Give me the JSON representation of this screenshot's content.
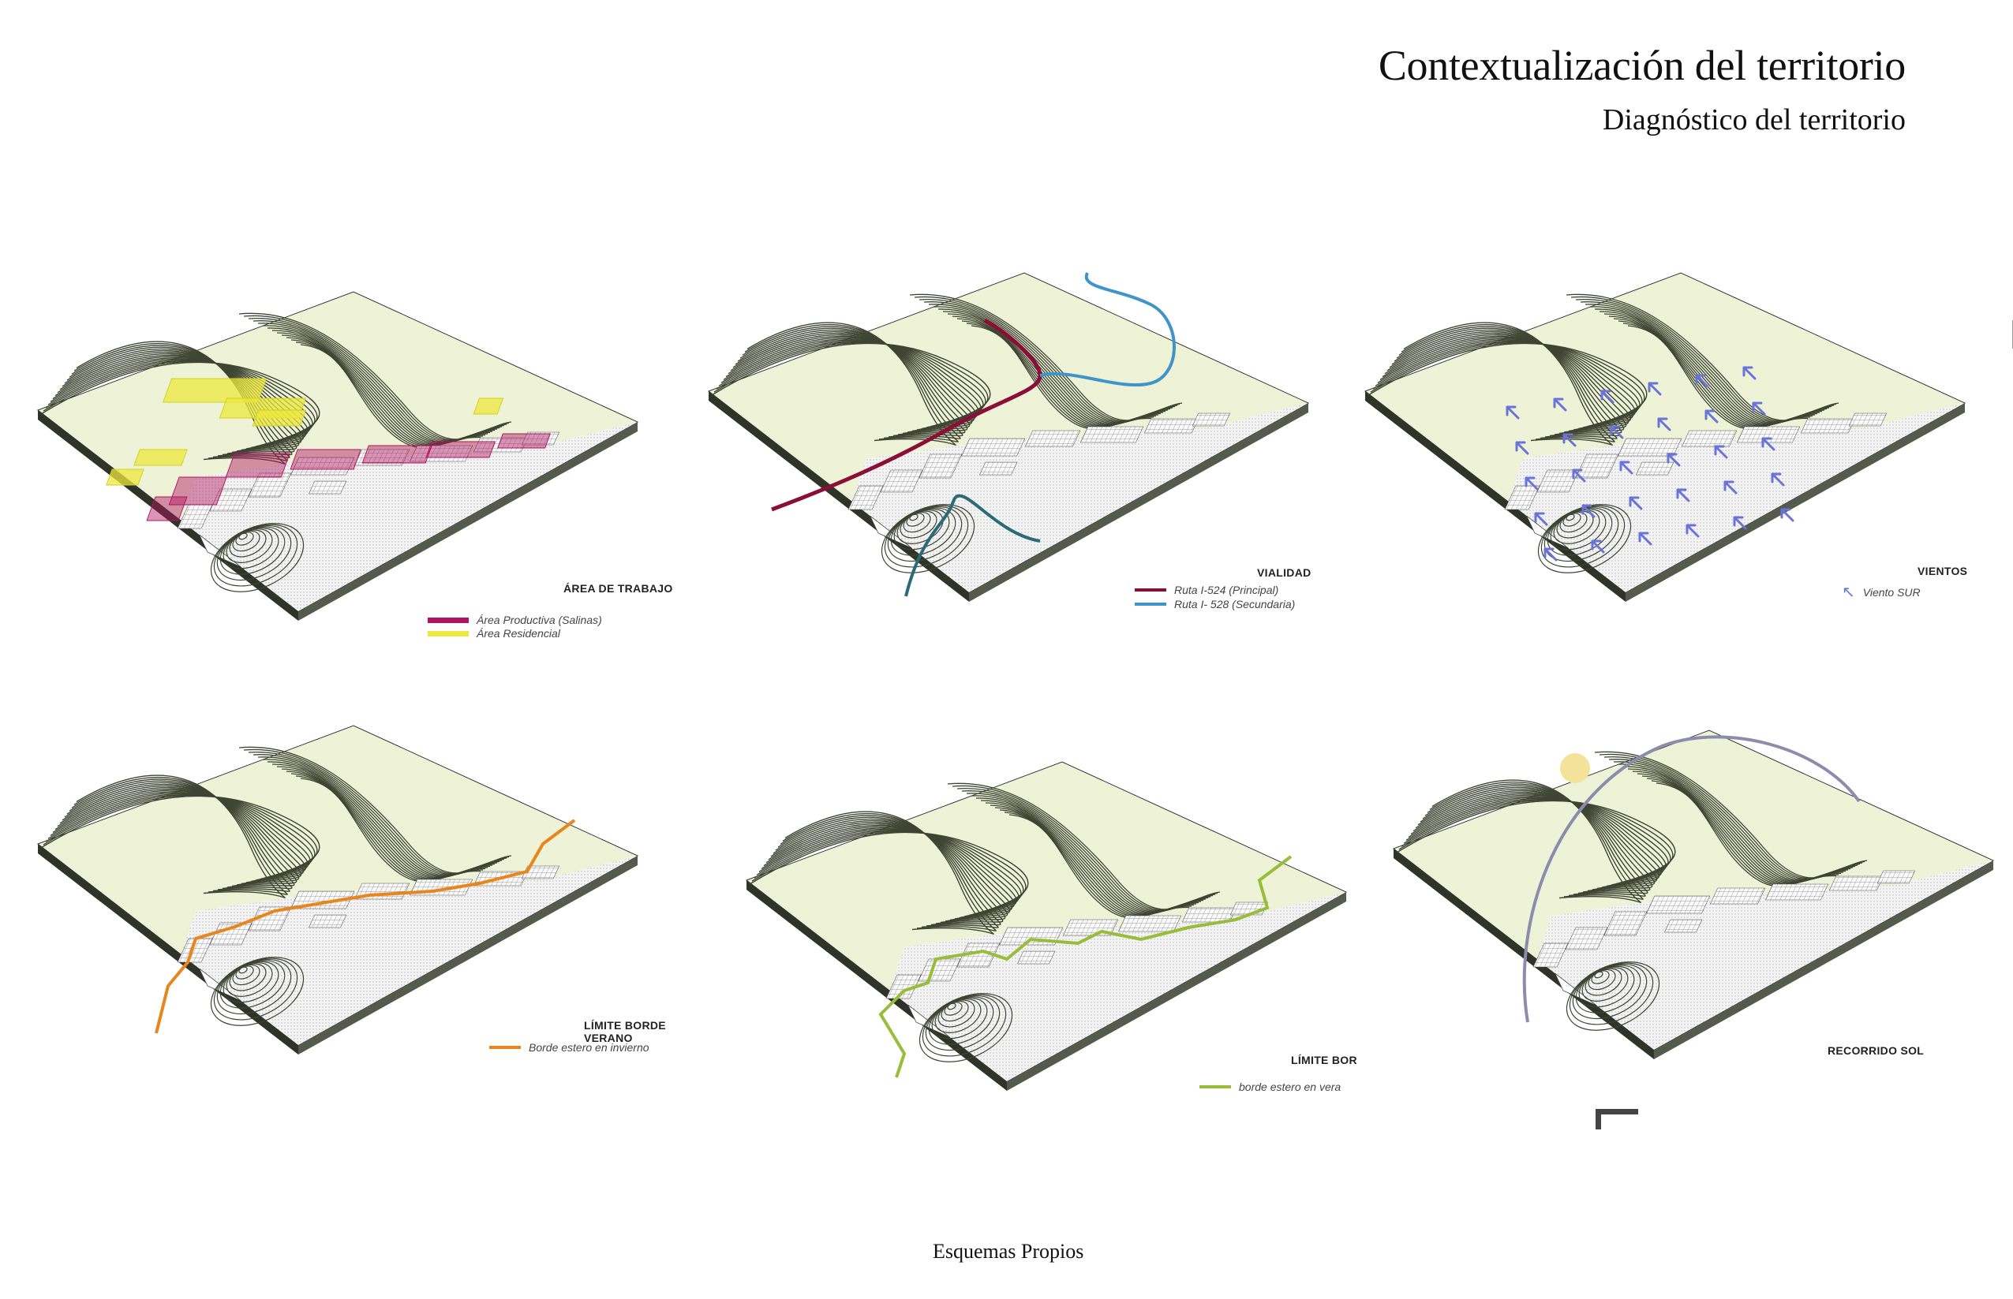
{
  "header": {
    "title": "Contextualización del territorio",
    "subtitle": "Diagnóstico del territorio"
  },
  "caption": "Esquemas Propios",
  "colors": {
    "land": "#eef3d8",
    "contour": "#3f4533",
    "sea": "#e4e4e4",
    "productive": "#b0135f",
    "residential": "#ece83d",
    "route_principal": "#8a0e35",
    "route_secondary": "#3f95c9",
    "wind": "#6a74d8",
    "border_summer": "#e8851c",
    "border_winter": "#97bd3b",
    "sun": "#f3e39a",
    "sun_path": "#8e8cad"
  },
  "panels": [
    {
      "id": "area-trabajo",
      "label": "ÁREA DE TRABAJO",
      "legend": [
        {
          "text": "Área Productiva (Salinas)",
          "color": "#b0135f"
        },
        {
          "text": "Área Residencial",
          "color": "#ece83d"
        }
      ]
    },
    {
      "id": "vialidad",
      "label": "VIALIDAD",
      "legend": [
        {
          "text": "Ruta I-524 (Principal)",
          "color": "#8a0e35"
        },
        {
          "text": "Ruta I- 528 (Secundaria)",
          "color": "#3f95c9"
        }
      ]
    },
    {
      "id": "vientos",
      "label": "VIENTOS",
      "legend": [
        {
          "text": "Viento SUR",
          "icon": "wind-arrow-icon"
        }
      ]
    },
    {
      "id": "limite-verano",
      "label": "LÍMITE BORDE VERANO",
      "legend": [
        {
          "text": "Borde estero en invierno",
          "color": "#e8851c"
        }
      ]
    },
    {
      "id": "limite-invierno",
      "label": "LÍMITE BOR",
      "legend": [
        {
          "text": "borde estero en vera",
          "color": "#97bd3b"
        }
      ]
    },
    {
      "id": "recorrido-sol",
      "label": "RECORRIDO SOL",
      "legend": []
    }
  ]
}
